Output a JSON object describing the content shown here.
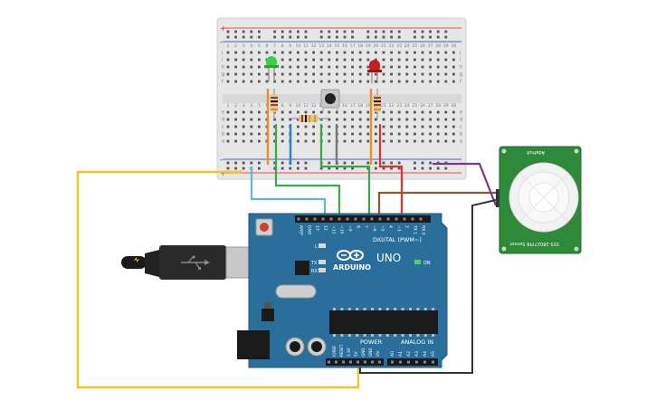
{
  "arduino": {
    "logo_text": "ARDUINO",
    "model": "UNO",
    "digital_header": "DIGITAL (PWM~)",
    "power_header": "POWER",
    "analog_header": "ANALOG IN",
    "on_label": "ON",
    "led_labels": [
      "L",
      "TX",
      "RX"
    ],
    "top_pin_labels": [
      "AREF",
      "GND",
      "13",
      "12",
      "~11",
      "~10",
      "~9",
      "8",
      "7",
      "~6",
      "~5",
      "4",
      "~3",
      "2",
      "TX 1",
      "RX 0"
    ],
    "power_pin_labels": [
      "IOREF",
      "RESET",
      "3.3V",
      "5V",
      "GND",
      "GND",
      "Vin"
    ],
    "analog_pin_labels": [
      "A0",
      "A1",
      "A2",
      "A3",
      "A4",
      "A5"
    ]
  },
  "breadboard": {
    "column_numbers": [
      "1",
      "2",
      "3",
      "4",
      "5",
      "6",
      "7",
      "8",
      "9",
      "10",
      "11",
      "12",
      "13",
      "14",
      "15",
      "16",
      "17",
      "18",
      "19",
      "20",
      "21",
      "22",
      "23",
      "24",
      "25",
      "26",
      "27",
      "28",
      "29",
      "30"
    ],
    "row_letters_top": [
      "j",
      "i",
      "h",
      "g",
      "f"
    ],
    "row_letters_bottom": [
      "e",
      "d",
      "c",
      "b",
      "a"
    ],
    "rail_signs": [
      "+",
      "-"
    ]
  },
  "pir_sensor": {
    "label_top": "Adafruit",
    "label_bottom": "PIR Sensor",
    "part_number": "555-28027"
  },
  "colors": {
    "board_blue": "#2a6f9b",
    "breadboard": "#e8e8e8",
    "wire_yellow": "#f2c42c",
    "wire_cyan": "#5fb8d0",
    "wire_green": "#3aa845",
    "wire_brown": "#8b5a2b",
    "wire_purple": "#7a3a8c",
    "wire_red": "#e03030",
    "wire_orange": "#e8902a",
    "wire_blue": "#2a7fd0",
    "wire_black": "#333333",
    "pir_green": "#2e8a3a",
    "led_green": "#3ad04a",
    "led_red": "#c81e1e"
  }
}
